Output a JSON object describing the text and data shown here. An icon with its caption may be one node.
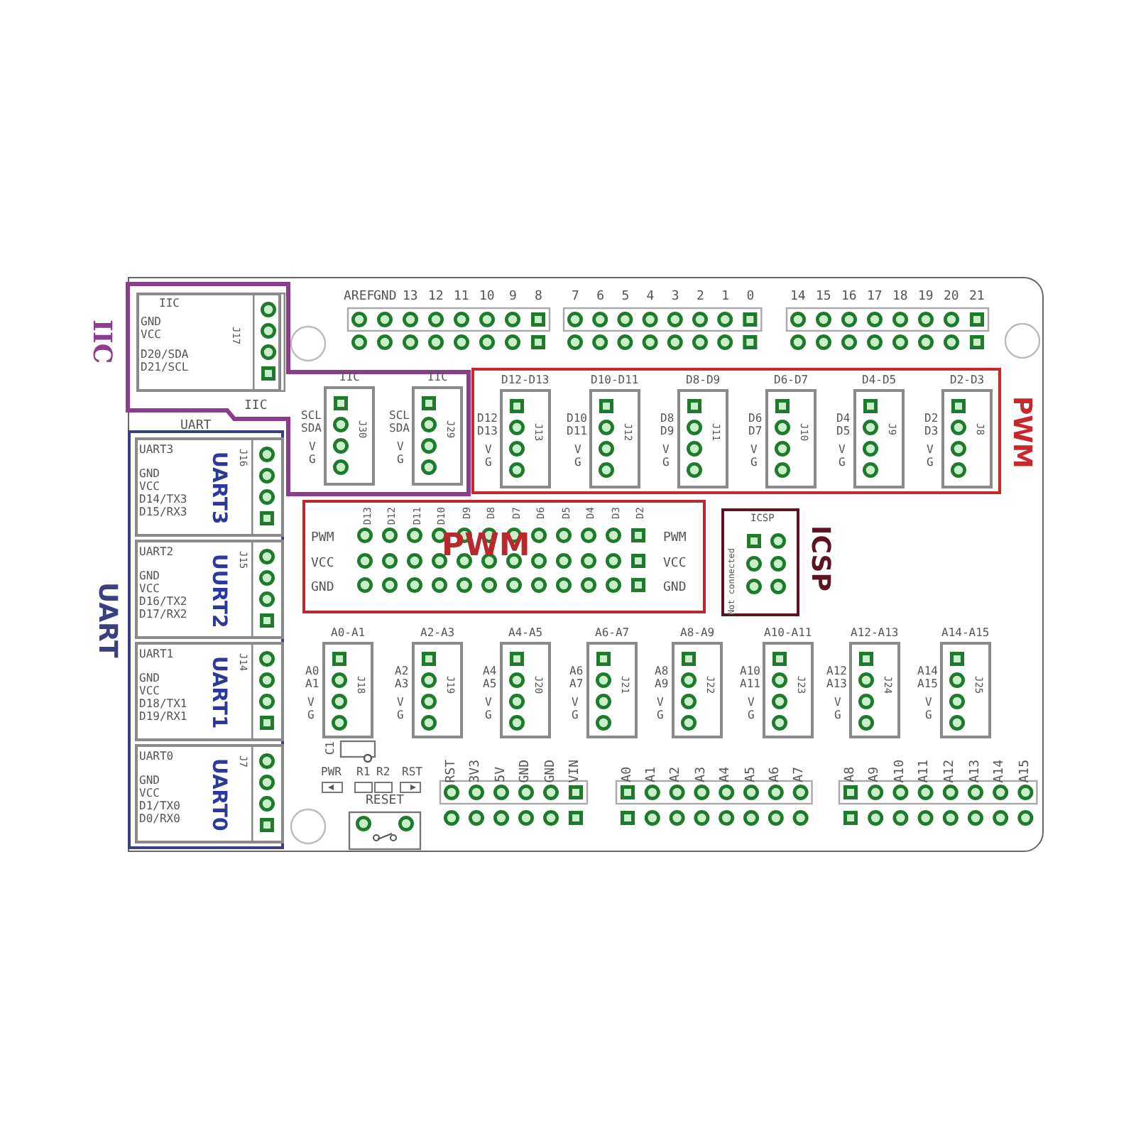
{
  "diagram": {
    "nodes": [
      {
        "text": [
          "IIC",
          "IIC"
        ]
      },
      {
        "text": [
          "IIC",
          "GND",
          "VCC",
          "D20/SDA",
          "D21/SCL",
          "J17"
        ],
        "in": 0
      },
      {
        "text": [
          "IIC",
          "SCL",
          "SDA",
          "V",
          "G",
          "J30"
        ],
        "in": 0
      },
      {
        "text": [
          "IIC",
          "SCL",
          "SDA",
          "V",
          "G",
          "J29"
        ],
        "in": 0
      },
      {
        "text": [
          "PWM"
        ]
      },
      {
        "text": [
          "D12-D13",
          "D12",
          "D13",
          "V",
          "G",
          "J13"
        ],
        "in": 4
      },
      {
        "text": [
          "D10-D11",
          "D10",
          "D11",
          "V",
          "G",
          "J12"
        ],
        "in": 4
      },
      {
        "text": [
          "D8-D9",
          "D8",
          "D9",
          "V",
          "G",
          "J11"
        ],
        "in": 4
      },
      {
        "text": [
          "D6-D7",
          "D6",
          "D7",
          "V",
          "G",
          "J10"
        ],
        "in": 4
      },
      {
        "text": [
          "D4-D5",
          "D4",
          "D5",
          "V",
          "G",
          "J9"
        ],
        "in": 4
      },
      {
        "text": [
          "D2-D3",
          "D2",
          "D3",
          "V",
          "G",
          "J8"
        ],
        "in": 4
      },
      {
        "text": [
          "UART",
          "UART"
        ]
      },
      {
        "text": [
          "UART3",
          "GND",
          "VCC",
          "D14/TX3",
          "D15/RX3",
          "UART3",
          "J16"
        ],
        "in": 11
      },
      {
        "text": [
          "UART2",
          "GND",
          "VCC",
          "D16/TX2",
          "D17/RX2",
          "UURT2",
          "J15"
        ],
        "in": 11
      },
      {
        "text": [
          "UART1",
          "GND",
          "VCC",
          "D18/TX1",
          "D19/RX1",
          "UART1",
          "J14"
        ],
        "in": 11
      },
      {
        "text": [
          "UART0",
          "GND",
          "VCC",
          "D1/TX0",
          "D0/RX0",
          "UART0",
          "J7"
        ],
        "in": 11
      },
      {
        "text": [
          "D13",
          "D12",
          "D11",
          "D10",
          "D9",
          "D8",
          "D7",
          "D6",
          "D5",
          "D4",
          "D3",
          "D2",
          "PWM",
          "PWM",
          "PWM",
          "VCC",
          "VCC",
          "GND",
          "GND"
        ]
      },
      {
        "text": [
          "ICSP",
          "Not connected",
          "ICSP"
        ]
      },
      {
        "text": [
          "A0-A1",
          "A0",
          "A1",
          "V",
          "G",
          "J18"
        ]
      },
      {
        "text": [
          "A2-A3",
          "A2",
          "A3",
          "V",
          "G",
          "J19"
        ]
      },
      {
        "text": [
          "A4-A5",
          "A4",
          "A5",
          "V",
          "G",
          "J20"
        ]
      },
      {
        "text": [
          "A6-A7",
          "A6",
          "A7",
          "V",
          "G",
          "J21"
        ]
      },
      {
        "text": [
          "A8-A9",
          "A8",
          "A9",
          "V",
          "G",
          "J22"
        ]
      },
      {
        "text": [
          "A10-A11",
          "A10",
          "A11",
          "V",
          "G",
          "J23"
        ]
      },
      {
        "text": [
          "A12-A13",
          "A12",
          "A13",
          "V",
          "G",
          "J24"
        ]
      },
      {
        "text": [
          "A14-A15",
          "A14",
          "A15",
          "V",
          "G",
          "J25"
        ]
      }
    ],
    "labels": [
      "AREF",
      "GND",
      "13",
      "12",
      "11",
      "10",
      "9",
      "8",
      "7",
      "6",
      "5",
      "4",
      "3",
      "2",
      "1",
      "0",
      "14",
      "15",
      "16",
      "17",
      "18",
      "19",
      "20",
      "21",
      "C1",
      "PWR",
      "R1",
      "R2",
      "RST",
      "RESET",
      "RST",
      "3V3",
      "5V",
      "GND",
      "GND",
      "VIN",
      "A0",
      "A1",
      "A2",
      "A3",
      "A4",
      "A5",
      "A6",
      "A7",
      "A8",
      "A9",
      "A10",
      "A11",
      "A12",
      "A13",
      "A14",
      "A15"
    ]
  }
}
